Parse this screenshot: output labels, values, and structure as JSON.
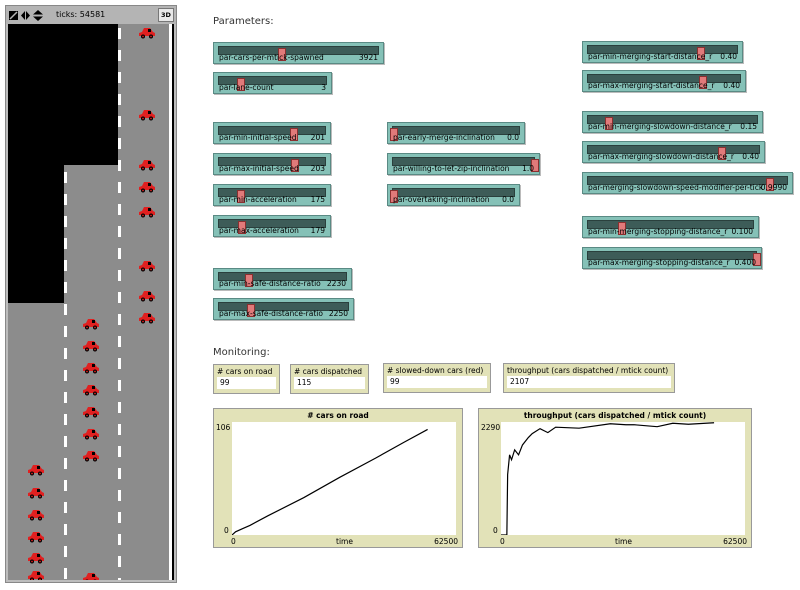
{
  "view": {
    "ticks_label": "ticks: 54581",
    "btn_3d": "3D",
    "icons": [
      "edit-icon",
      "left-right-arrows-icon",
      "up-down-arrows-icon"
    ]
  },
  "sections": {
    "parameters": "Parameters:",
    "monitoring": "Monitoring:"
  },
  "colors": {
    "slider_bg": "#85c1b7",
    "monitor_bg": "#e2e2b8",
    "car": "#e02020",
    "road": "#8c8c8c"
  },
  "sliders": [
    {
      "label": "par-cars-per-mtick-spawned",
      "value": "3921",
      "fraction": 0.39
    },
    {
      "label": "par-lane-count",
      "value": "3",
      "fraction": 0.2
    },
    {
      "label": "par-min-initial-speed",
      "value": "201",
      "fraction": 0.7
    },
    {
      "label": "par-max-initial-speed",
      "value": "203",
      "fraction": 0.71
    },
    {
      "label": "par-min-acceleration",
      "value": "175",
      "fraction": 0.2
    },
    {
      "label": "par-max-acceleration",
      "value": "179",
      "fraction": 0.21
    },
    {
      "label": "par-min-safe-distance-ratio",
      "value": "2230",
      "fraction": 0.23
    },
    {
      "label": "par-max-safe-distance-ratio",
      "value": "2250",
      "fraction": 0.24
    },
    {
      "label": "par-early-merge-inclination",
      "value": "0.0",
      "fraction": 0.0
    },
    {
      "label": "par-willing-to-let-zip-inclination",
      "value": "1.0",
      "fraction": 1.0
    },
    {
      "label": "par-overtaking-inclination",
      "value": "0.0",
      "fraction": 0.0
    },
    {
      "label": "par-min-merging-start-distance_r",
      "value": "0.40",
      "fraction": 0.75
    },
    {
      "label": "par-max-merging-start-distance_r",
      "value": "0.40",
      "fraction": 0.75
    },
    {
      "label": "par-min-merging-slowdown-distance_r",
      "value": "0.15",
      "fraction": 0.12
    },
    {
      "label": "par-max-merging-slowdown-distance_r",
      "value": "0.40",
      "fraction": 0.78
    },
    {
      "label": "par-merging-slowdown-speed-modifier-per-tick",
      "value": "0.9990",
      "fraction": 0.91
    },
    {
      "label": "par-min-merging-stopping-distance_r",
      "value": "0.100",
      "fraction": 0.2
    },
    {
      "label": "par-max-merging-stopping-distance_r",
      "value": "0.400",
      "fraction": 1.0
    }
  ],
  "monitors": [
    {
      "label": "# cars on road",
      "value": "99"
    },
    {
      "label": "# cars dispatched",
      "value": "115"
    },
    {
      "label": "# slowed-down cars (red)",
      "value": "99"
    },
    {
      "label": "throughput (cars dispatched / mtick count)",
      "value": "2107"
    }
  ],
  "plots": [
    {
      "title": "# cars on road",
      "xlabel": "time",
      "xmin": "0",
      "xmax": "62500",
      "ymin": "0",
      "ymax": "106",
      "xlim": [
        0,
        62500
      ],
      "ylim": [
        0,
        106
      ],
      "points": [
        [
          0,
          0
        ],
        [
          1000,
          3
        ],
        [
          3000,
          6
        ],
        [
          5000,
          9
        ],
        [
          10000,
          18
        ],
        [
          20000,
          35
        ],
        [
          30000,
          54
        ],
        [
          40000,
          72
        ],
        [
          48000,
          87
        ],
        [
          54581,
          99
        ]
      ]
    },
    {
      "title": "throughput (cars dispatched / mtick count)",
      "xlabel": "time",
      "xmin": "0",
      "xmax": "62500",
      "ymin": "0",
      "ymax": "2290",
      "xlim": [
        0,
        62500
      ],
      "ylim": [
        0,
        2290
      ],
      "points": [
        [
          0,
          0
        ],
        [
          1500,
          0
        ],
        [
          1700,
          1200
        ],
        [
          2200,
          1650
        ],
        [
          2700,
          1500
        ],
        [
          3500,
          1750
        ],
        [
          4500,
          1600
        ],
        [
          5500,
          1850
        ],
        [
          7000,
          1950
        ],
        [
          8000,
          2080
        ],
        [
          10000,
          2130
        ],
        [
          12000,
          2100
        ],
        [
          14000,
          2160
        ],
        [
          20000,
          2190
        ],
        [
          28000,
          2230
        ],
        [
          32000,
          2260
        ],
        [
          34000,
          2210
        ],
        [
          40000,
          2220
        ],
        [
          44000,
          2240
        ],
        [
          48000,
          2270
        ],
        [
          54581,
          2250
        ]
      ]
    }
  ]
}
